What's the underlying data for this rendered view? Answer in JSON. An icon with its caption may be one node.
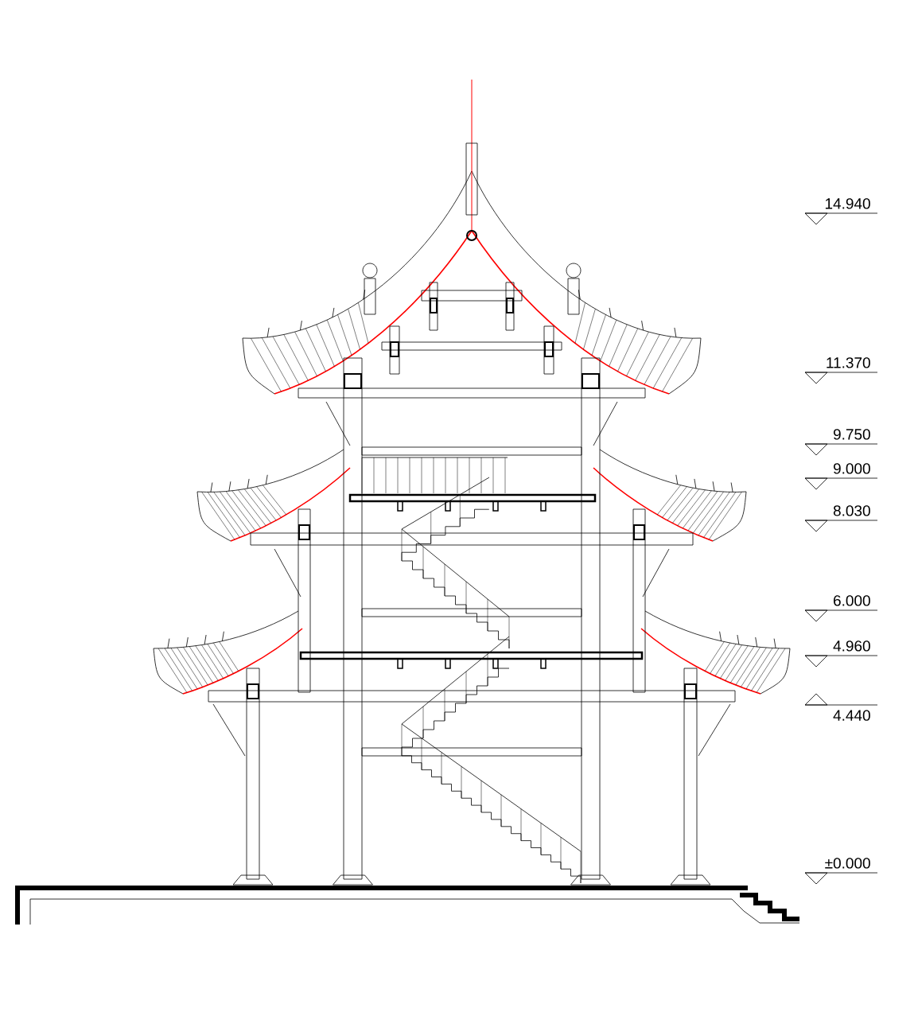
{
  "diagram": {
    "labels": [
      "14.940",
      "11.370",
      "9.750",
      "9.000",
      "8.030",
      "6.000",
      "4.960",
      "4.440",
      "±0.000"
    ]
  }
}
